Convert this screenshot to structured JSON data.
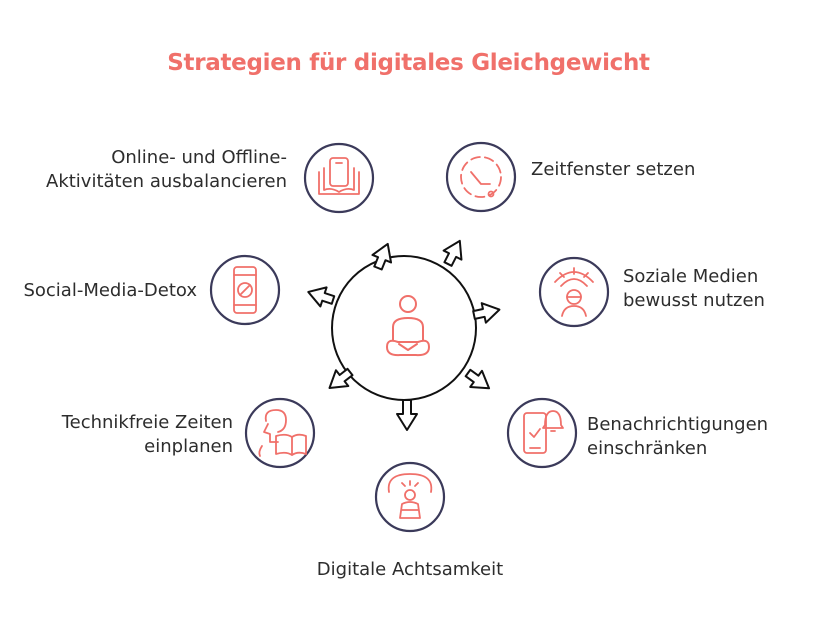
{
  "title": "Strategien für digitales Gleichgewicht",
  "nodes": [
    {
      "id": "online-offline",
      "lines": [
        "Online- und Offline-",
        "Aktivitäten ausbalancieren"
      ],
      "icon": "phone-book-icon"
    },
    {
      "id": "zeitfenster",
      "lines": [
        "Zeitfenster setzen"
      ],
      "icon": "clock-icon"
    },
    {
      "id": "social-detox",
      "lines": [
        "Social-Media-Detox"
      ],
      "icon": "phone-forbidden-icon"
    },
    {
      "id": "soziale-medien",
      "lines": [
        "Soziale Medien",
        "bewusst nutzen"
      ],
      "icon": "person-signal-icon"
    },
    {
      "id": "technikfrei",
      "lines": [
        "Technikfreie Zeiten",
        "einplanen"
      ],
      "icon": "person-reading-icon"
    },
    {
      "id": "benachrichtigungen",
      "lines": [
        "Benachrichtigungen",
        "einschränken"
      ],
      "icon": "phone-bell-icon"
    },
    {
      "id": "achtsamkeit",
      "lines": [
        "Digitale Achtsamkeit"
      ],
      "icon": "person-mind-icon"
    }
  ],
  "center_icon": "meditating-person-icon",
  "colors": {
    "accent": "#f0706a",
    "ring": "#3b3a5a",
    "text": "#2d2d2d"
  }
}
